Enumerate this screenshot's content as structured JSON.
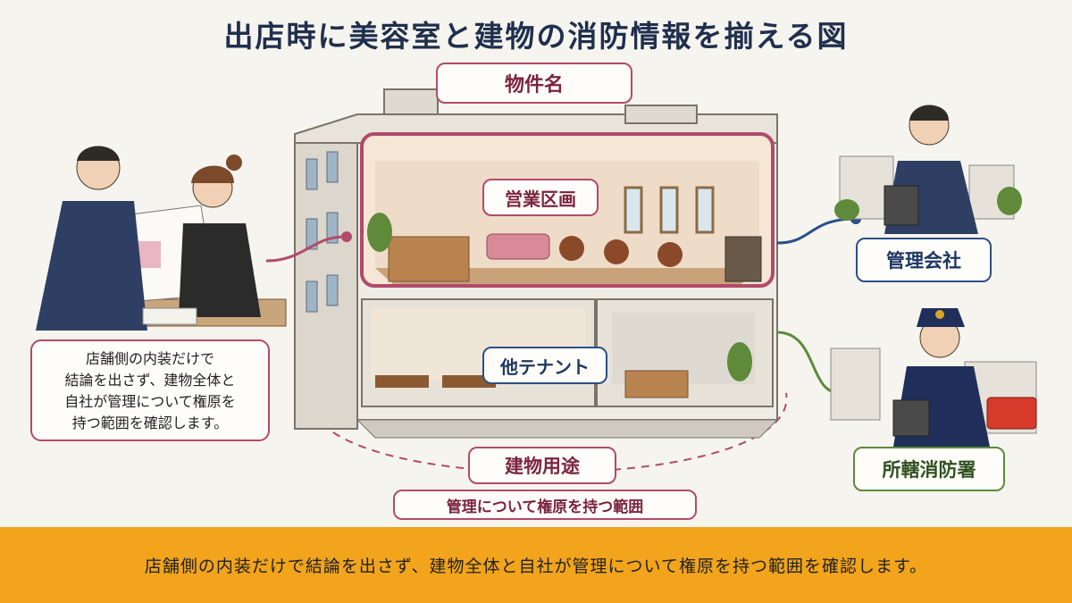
{
  "title": "出店時に美容室と建物の消防情報を揃える図",
  "labels": {
    "property_name": "物件名",
    "business_section": "営業区画",
    "other_tenants": "他テナント",
    "building_use": "建物用途",
    "management_scope": "管理について権原を持つ範囲",
    "management_company": "管理会社",
    "fire_station": "所轄消防署"
  },
  "note": {
    "line1": "店舗側の内装だけで",
    "line2": "結論を出さず、建物全体と",
    "line3": "自社が管理について権原を",
    "line4": "持つ範囲を確認します。"
  },
  "banner": "店舗側の内装だけで結論を出さず、建物全体と自社が管理について権原を持つ範囲を確認します。",
  "colors": {
    "pink": "#b24a6a",
    "blue": "#2b4f88",
    "green": "#5b8a3a",
    "banner": "#f2a41c",
    "title": "#1f2f4d"
  }
}
